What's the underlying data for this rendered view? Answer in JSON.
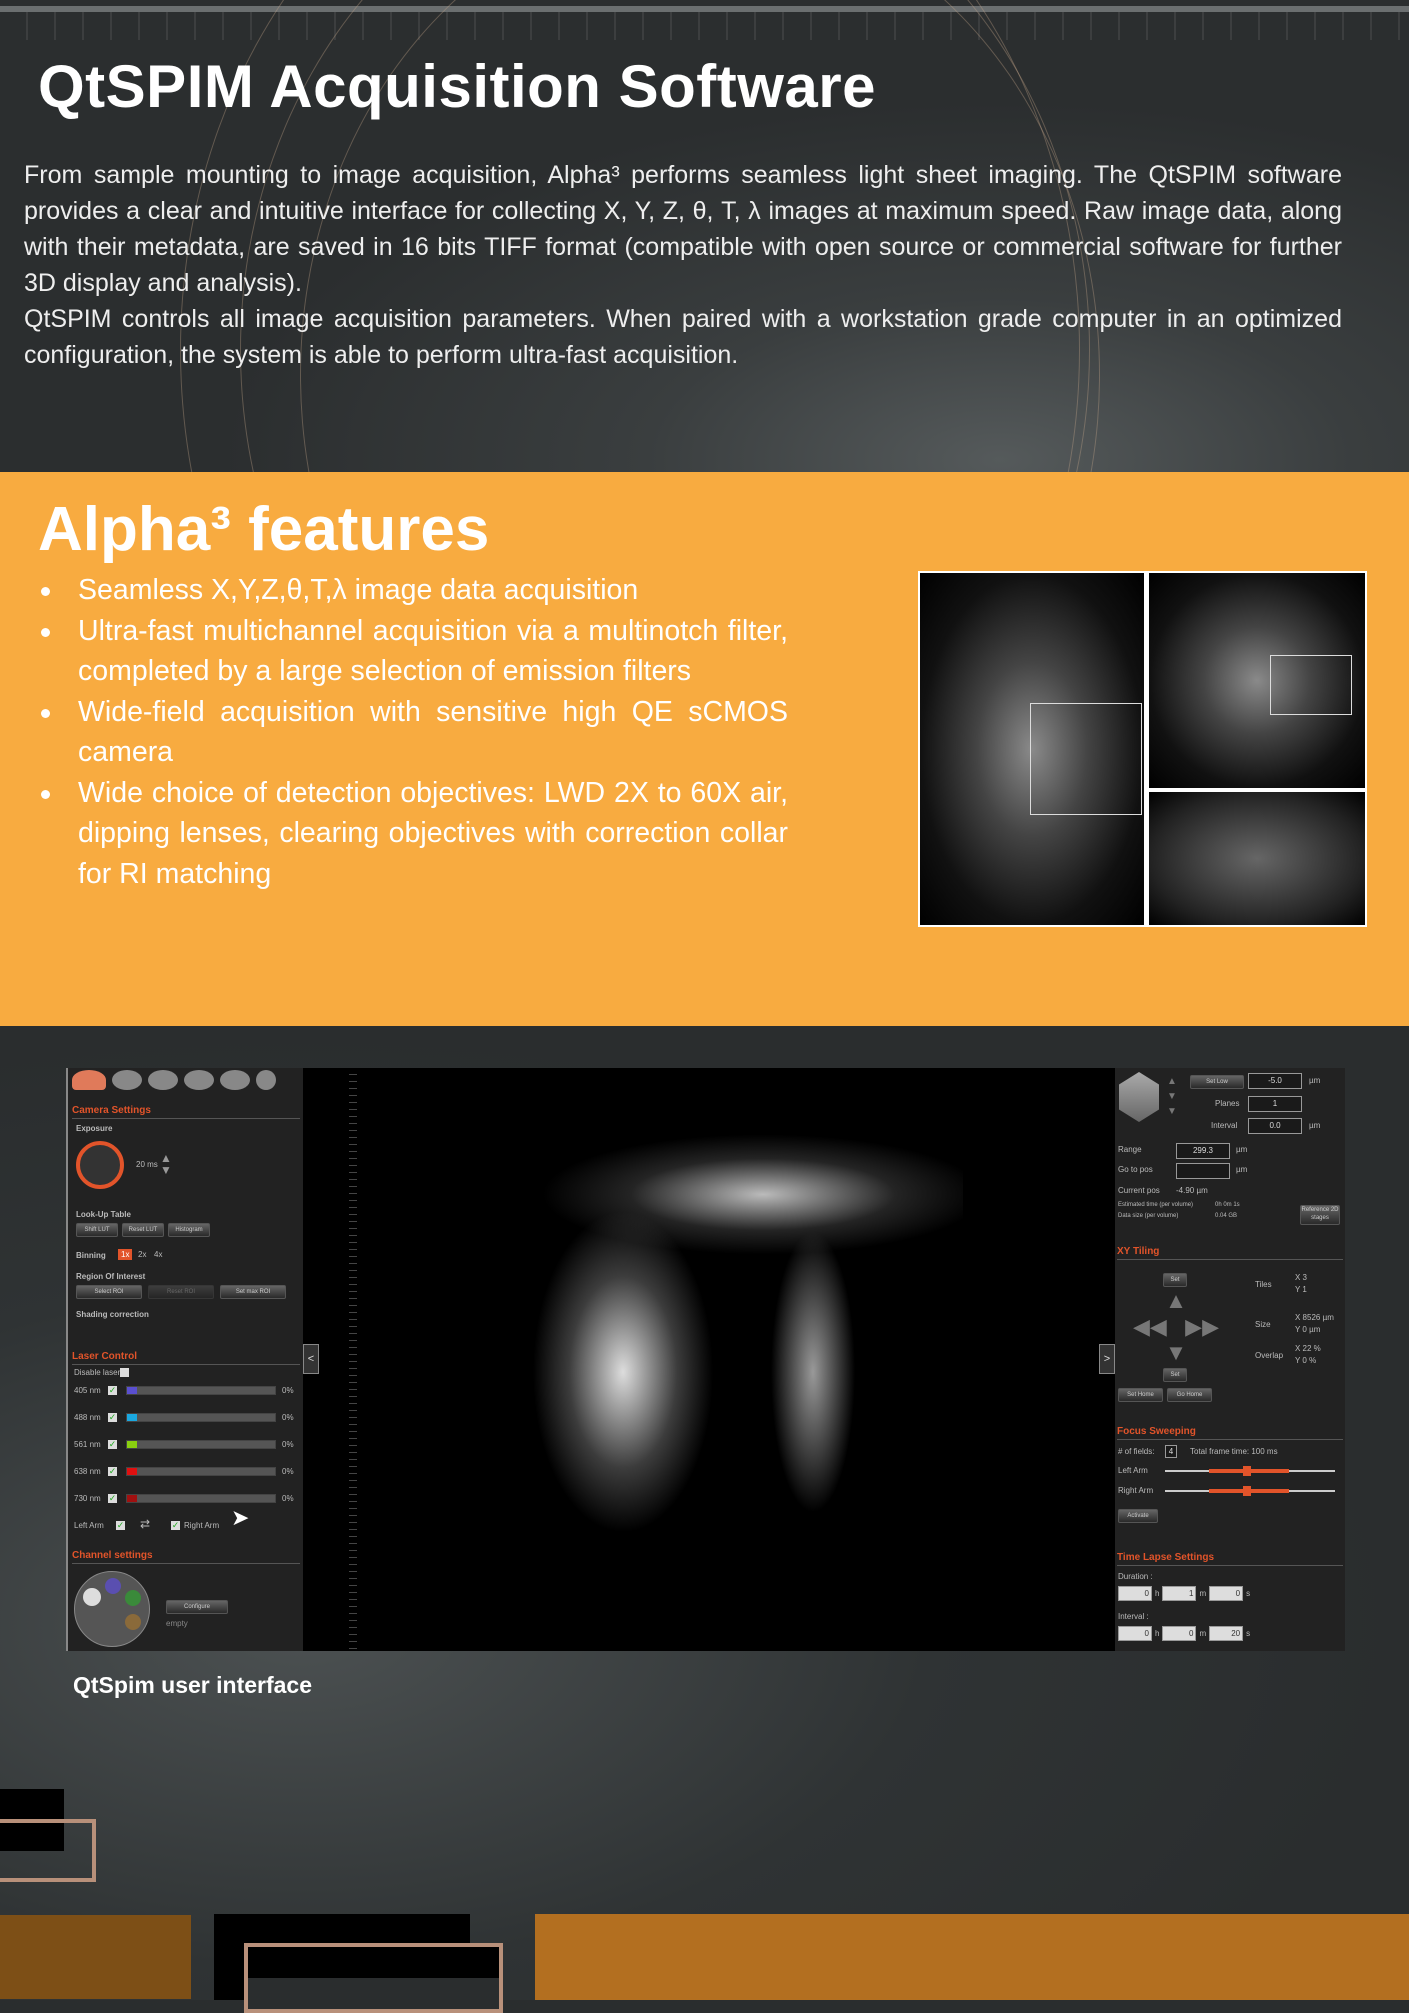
{
  "header": {
    "title": "QtSPIM Acquisition Software",
    "paragraphs": [
      "From sample mounting to image acquisition, Alpha³ performs seamless light sheet imaging. The QtSPIM software provides a clear and intuitive interface for collecting X, Y, Z, θ, T, λ images at maximum speed. Raw image data, along with their metadata, are saved in 16 bits TIFF format (compatible with open source or commercial software for further 3D display and analysis).",
      "QtSPIM controls all image acquisition parameters. When paired with a workstation grade computer in an optimized configuration, the system is able to perform ultra-fast acquisition."
    ]
  },
  "features": {
    "title": "Alpha³ features",
    "items": [
      "Seamless X,Y,Z,θ,T,λ image data acquisition",
      "Ultra-fast multichannel acquisition via a multinotch filter, completed by a large selection of emission filters",
      "Wide-field acquisition with sensitive high QE sCMOS camera",
      "Wide choice of detection objectives: LWD 2X to 60X air, dipping lenses, clearing objectives with correction collar for RI matching"
    ]
  },
  "ui": {
    "camera": {
      "header": "Camera Settings",
      "exposure_label": "Exposure",
      "exposure_value": "20 ms",
      "lut_label": "Look-Up Table",
      "lut_buttons": [
        "Shift LUT",
        "Reset LUT",
        "Histogram"
      ],
      "binning_label": "Binning",
      "binning_options": [
        "1x",
        "2x",
        "4x"
      ],
      "roi_label": "Region Of Interest",
      "roi_buttons": [
        "Select ROI",
        "Reset ROI",
        "Set max ROI"
      ],
      "shading_label": "Shading correction"
    },
    "laser": {
      "header": "Laser Control",
      "disable_label": "Disable lasers",
      "lines": [
        {
          "label": "405 nm",
          "color": "#5a4fd0",
          "value": "0%"
        },
        {
          "label": "488 nm",
          "color": "#1aa8e0",
          "value": "0%"
        },
        {
          "label": "561 nm",
          "color": "#8ad010",
          "value": "0%"
        },
        {
          "label": "638 nm",
          "color": "#e01010",
          "value": "0%"
        },
        {
          "label": "730 nm",
          "color": "#a01010",
          "value": "0%"
        }
      ],
      "left_arm": "Left Arm",
      "right_arm": "Right Arm"
    },
    "channel": {
      "header": "Channel settings",
      "configure": "Configure",
      "status": "empty"
    },
    "collapse_left": "<",
    "collapse_right": ">",
    "zstack": {
      "set_low": "Set Low",
      "low_value": "-5.0",
      "planes_label": "Planes",
      "planes_value": "1",
      "interval_label": "Interval",
      "interval_value": "0.0",
      "unit": "µm",
      "range_label": "Range",
      "range_value": "299.3",
      "goto_label": "Go to pos",
      "current_label": "Current pos",
      "current_value": "-4.90 µm",
      "est_time_label": "Estimated time (per volume)",
      "est_time_value": "0h 0m 1s",
      "data_size_label": "Data size (per volume)",
      "data_size_value": "0.04 GB",
      "ref_button": "Reference 2D stages"
    },
    "tiling": {
      "header": "XY Tiling",
      "set": "Set",
      "tiles_label": "Tiles",
      "tiles_x": "X 3",
      "tiles_y": "Y 1",
      "size_label": "Size",
      "size_x": "X 8526 µm",
      "size_y": "Y 0 µm",
      "overlap_label": "Overlap",
      "overlap_x": "X 22 %",
      "overlap_y": "Y 0 %",
      "set_home": "Set Home",
      "go_home": "Go Home"
    },
    "focus": {
      "header": "Focus Sweeping",
      "fields_label": "# of fields:",
      "fields_value": "4",
      "frame_time": "Total frame time:  100 ms",
      "left_arm": "Left Arm",
      "right_arm": "Right Arm",
      "activate": "Activate"
    },
    "timelapse": {
      "header": "Time Lapse Settings",
      "duration_label": "Duration :",
      "duration": [
        "0",
        "1",
        "0"
      ],
      "interval_label": "Interval :",
      "interval": [
        "0",
        "0",
        "20"
      ],
      "units": [
        "h",
        "m",
        "s"
      ]
    }
  },
  "caption": "QtSpim user interface"
}
